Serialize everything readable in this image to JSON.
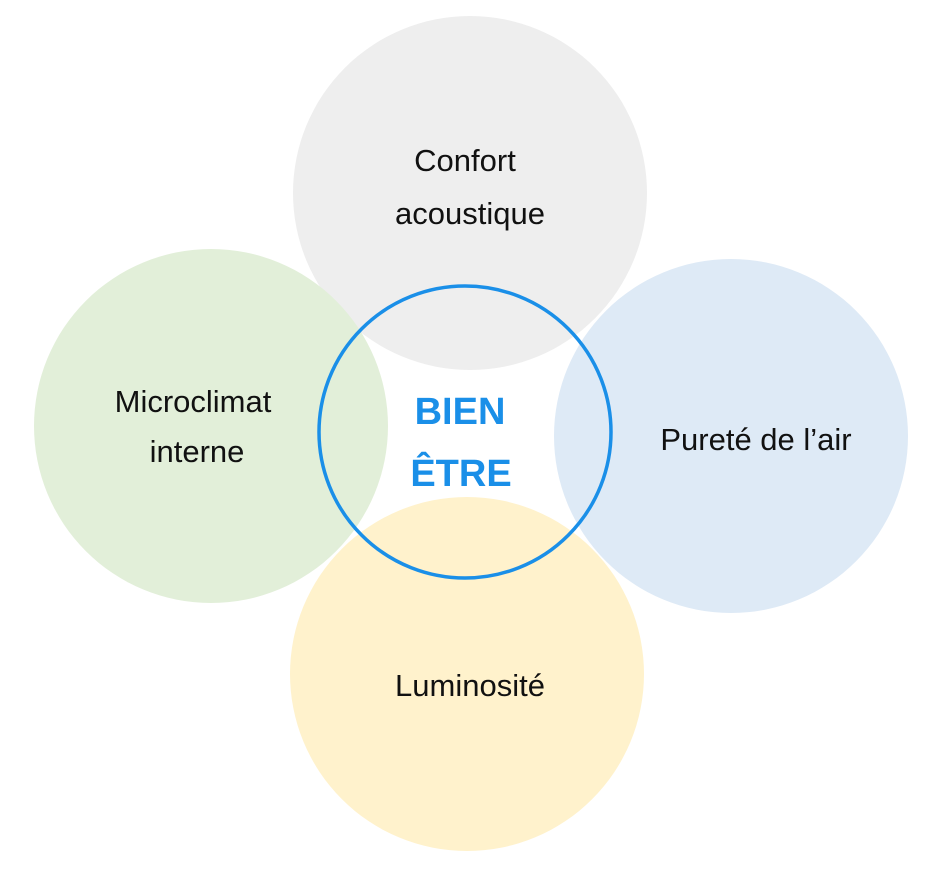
{
  "diagram": {
    "center": {
      "line1": "BIEN",
      "line2": "ÊTRE",
      "color": "#1a8fe8"
    },
    "petals": {
      "top": {
        "line1": "Confort",
        "line2": "acoustique",
        "color": "#eeeeee"
      },
      "left": {
        "line1": "Microclimat",
        "line2": "interne",
        "color": "#e2efd9"
      },
      "right": {
        "line1": "Pureté de l’air",
        "color": "#deeaf6"
      },
      "bottom": {
        "line1": "Luminosité",
        "color": "#fff2cc"
      }
    }
  }
}
